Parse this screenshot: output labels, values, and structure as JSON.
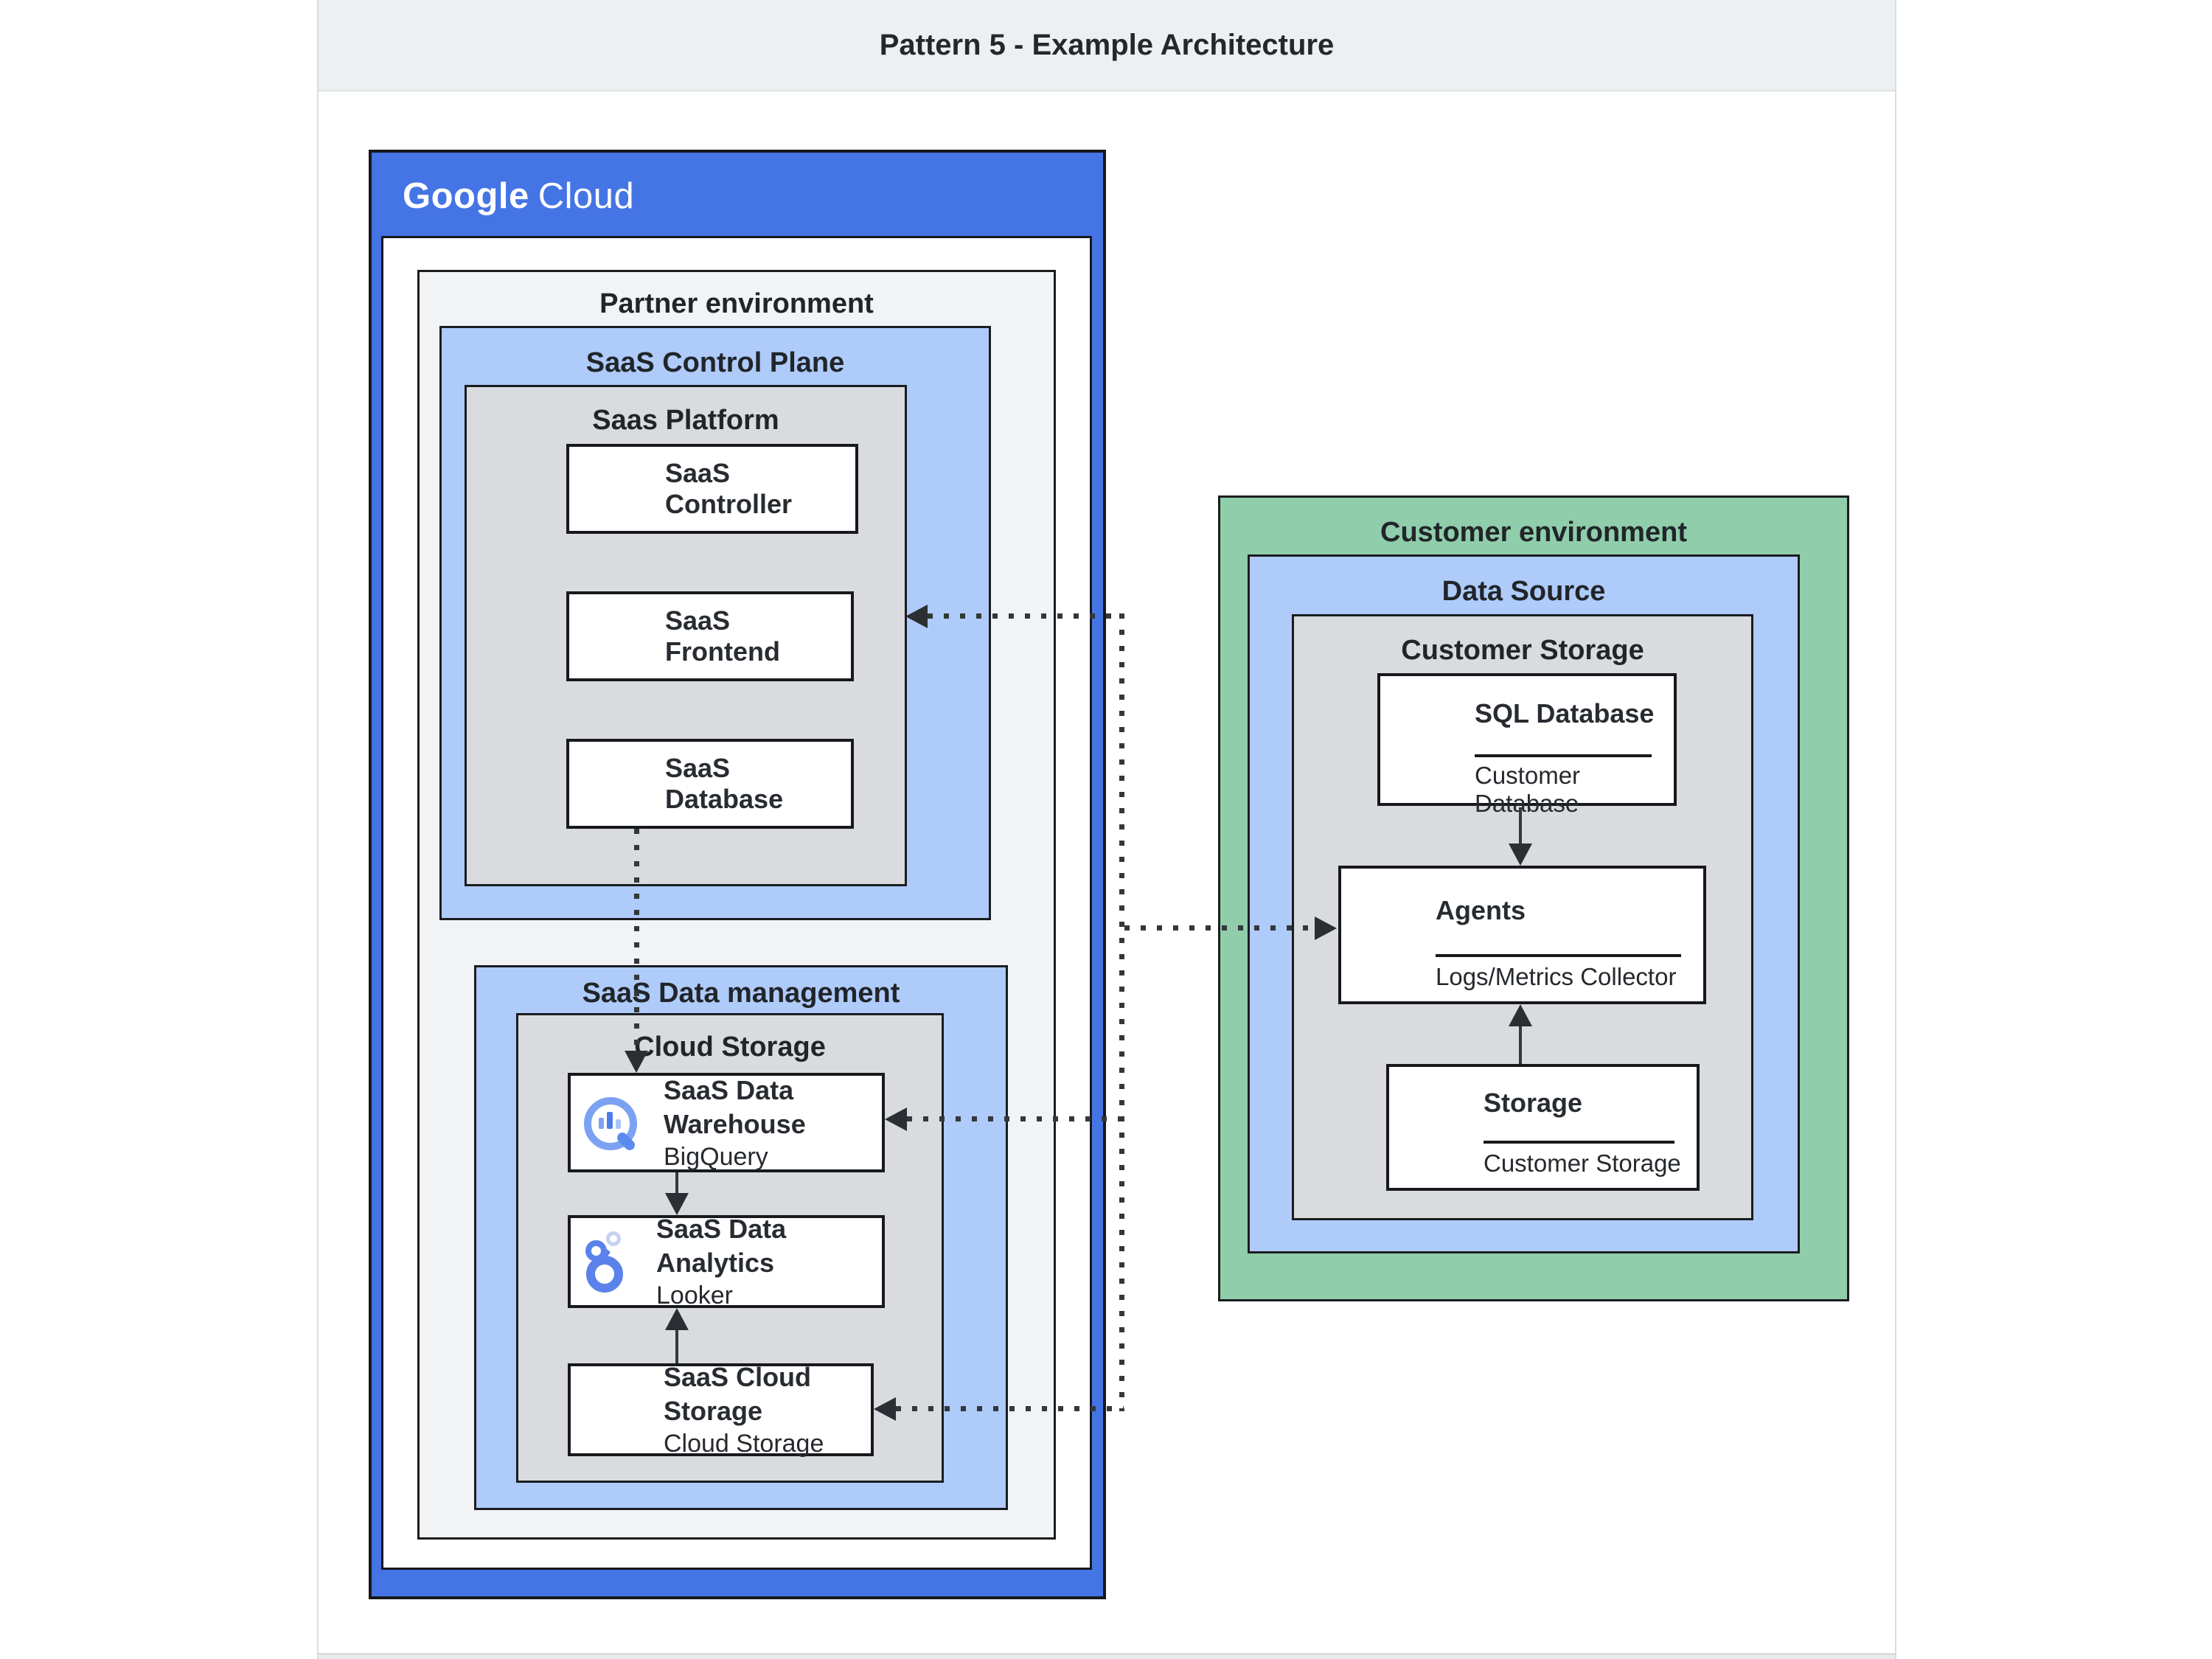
{
  "header": {
    "title": "Pattern 5 - Example Architecture"
  },
  "brand": {
    "google": "Google",
    "cloud": "Cloud"
  },
  "partner": {
    "label": "Partner environment",
    "control_plane": {
      "label": "SaaS Control Plane",
      "platform": {
        "label": "Saas Platform",
        "services": [
          {
            "title": "SaaS Controller",
            "icon": "server-rack-icon"
          },
          {
            "title": "SaaS Frontend",
            "icon": "server-rack-icon"
          },
          {
            "title": "SaaS Database",
            "icon": "server-rack-icon"
          }
        ]
      }
    },
    "data_mgmt": {
      "label": "SaaS Data management",
      "group": {
        "label": "Cloud Storage",
        "services": [
          {
            "title": "SaaS Data Warehouse",
            "subtitle": "BigQuery",
            "icon": "bigquery-icon"
          },
          {
            "title": "SaaS Data Analytics",
            "subtitle": "Looker",
            "icon": "looker-icon"
          },
          {
            "title": "SaaS Cloud Storage",
            "subtitle": "Cloud Storage",
            "icon": "cloud-storage-icon"
          }
        ]
      }
    }
  },
  "customer": {
    "label": "Customer environment",
    "data_source": {
      "label": "Data Source",
      "group": {
        "label": "Customer Storage",
        "services": [
          {
            "title": "SQL Database",
            "subtitle": "Customer Database",
            "icon": "server-rack-icon"
          },
          {
            "title": "Agents",
            "subtitle": "Logs/Metrics Collector",
            "icon": "server-rack-icon"
          },
          {
            "title": "Storage",
            "subtitle": "Customer Storage",
            "icon": "server-rack-icon"
          }
        ]
      }
    }
  },
  "colors": {
    "google_blue": "#4575e4",
    "light_blue": "#aecbfa",
    "green": "#8fcdab",
    "box_gray": "#d9dbde",
    "panel_gray": "#f1f3f4",
    "border_dark": "#1a1c1f"
  }
}
